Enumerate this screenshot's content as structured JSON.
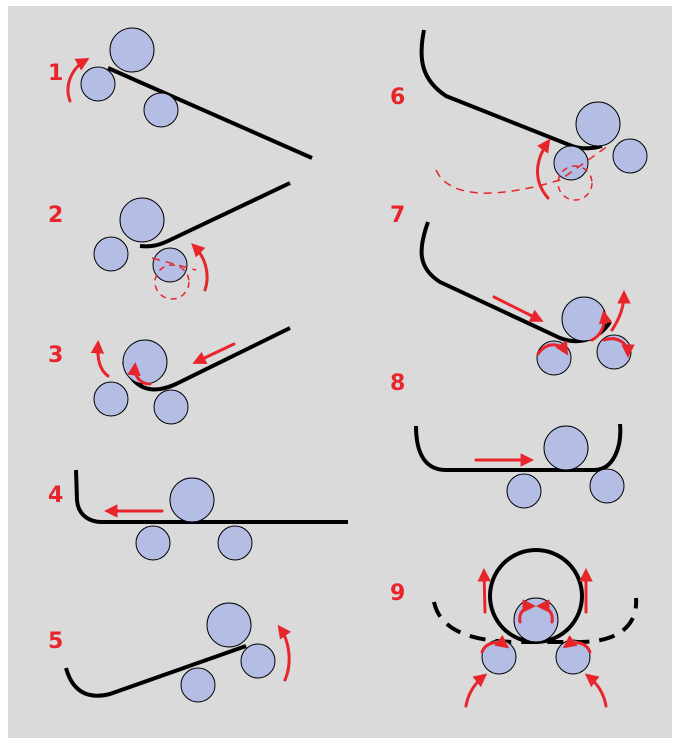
{
  "diagram": {
    "steps": [
      {
        "id": "step-1",
        "label": "1"
      },
      {
        "id": "step-2",
        "label": "2"
      },
      {
        "id": "step-3",
        "label": "3"
      },
      {
        "id": "step-4",
        "label": "4"
      },
      {
        "id": "step-5",
        "label": "5"
      },
      {
        "id": "step-6",
        "label": "6"
      },
      {
        "id": "step-7",
        "label": "7"
      },
      {
        "id": "step-8",
        "label": "8"
      },
      {
        "id": "step-9",
        "label": "9"
      }
    ],
    "colors": {
      "background": "#dadada",
      "roller": "#b4bde3",
      "arrow": "#e8252b",
      "sheet": "#000000"
    }
  }
}
